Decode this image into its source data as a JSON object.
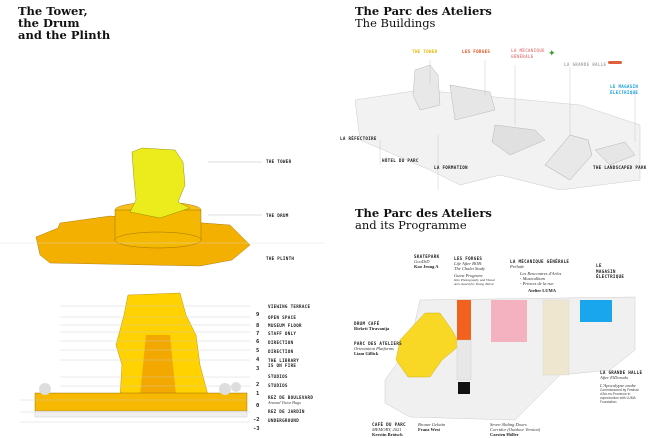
{
  "left": {
    "title": [
      "The Tower,",
      "the Drum",
      "and the Plinth"
    ],
    "parts": [
      "THE TOWER",
      "THE DRUM",
      "THE PLINTH"
    ],
    "levels": [
      {
        "num": "9",
        "label": "VIEWING TERRACE"
      },
      {
        "num": "8",
        "label": "OPEN SPACE"
      },
      {
        "num": "7",
        "label": "MUSEUM FLOOR"
      },
      {
        "num": "6",
        "label": "STAFF ONLY"
      },
      {
        "num": "5",
        "label": "DIRECTION"
      },
      {
        "num": "4",
        "label": "DIRECTION"
      },
      {
        "num": "3",
        "label": "THE LIBRARY IS ON FIRE"
      },
      {
        "num": "2",
        "label": "STUDIOS"
      },
      {
        "num": "1",
        "label": "STUDIOS"
      },
      {
        "num": "0",
        "label": "REZ DE BOULEVARD",
        "note": "Arsenal Victor Hugo"
      },
      {
        "num": "-2",
        "label": "REZ DE JARDIN"
      },
      {
        "num": "-3",
        "label": "UNDERGROUND"
      }
    ]
  },
  "buildings": {
    "title": "The Parc des Ateliers",
    "subtitle": "The Buildings",
    "labels": {
      "tower": "THE TOWER",
      "forges": "LES FORGES",
      "mecanique": "LA MÉCANIQUE GÉNÉRALE",
      "halle": "LA GRANDE HALLE",
      "magasin": "LE MAGASIN ÉLECTRIQUE",
      "refectoire": "LA RÉFECTOIRE",
      "hotel": "HÔTEL DU PARC",
      "formation": "LA FORMATION",
      "landscape": "THE LANDSCAPED PARK"
    },
    "colors": {
      "tower": "#f2c400",
      "forges": "#e8501c",
      "mecanique": "#e88a8a",
      "halle": "#b0b0b0",
      "magasin": "#1aa0e0"
    }
  },
  "programme": {
    "title": "The Parc des Ateliers",
    "subtitle": "and its Programme",
    "forges": {
      "name": "LES FORGES",
      "lines": [
        "Life After BOB:",
        "The Chalet Study"
      ],
      "guest": "Guest Program:",
      "guest_lines": [
        "Kim Photography and Visual",
        "Arts Award for Young Talent"
      ]
    },
    "mecanique": {
      "name": "LA MÉCANIQUE GÉNÉRALE",
      "line": "Prélude",
      "sub": "Les Rencontres d'Arles",
      "items": [
        "- Musicalbum",
        "- Princes de la rue"
      ],
      "atelier": "Atelier LUMA"
    },
    "skatepark": {
      "name": "SKATEPARK",
      "line": "GooDiD",
      "artist": "Koo Jeong A"
    },
    "magasin": {
      "name": "LE MAGASIN ÉLECTRIQUE"
    },
    "drum": {
      "name": "DRUM CAFÉ",
      "artist": "Rirkrit Tiravanija"
    },
    "parc": {
      "name": "PARC DES ATELIERS",
      "line": "Orientation Platforms",
      "artist": "Liam Gillick"
    },
    "halle": {
      "name": "LA GRANDE HALLE",
      "line": "After ElDorado",
      "sub": "L'Apocalypse arabe",
      "note": "Commissioned by Festival d'Aix-en-Provence in coproduction with LUMA Foundation"
    },
    "cafe": {
      "name": "CAFÉ DU PARC",
      "line": "MEMORY, 2021",
      "artist": "Kerstin Brätsch"
    },
    "gelatin": {
      "line": "Bronze Gelatin",
      "artist": "Franz West"
    },
    "doors": {
      "line": "Seven Sliding Doors",
      "line2": "Corridor (Outdoor Version)",
      "artist": "Carsten Höller"
    }
  }
}
